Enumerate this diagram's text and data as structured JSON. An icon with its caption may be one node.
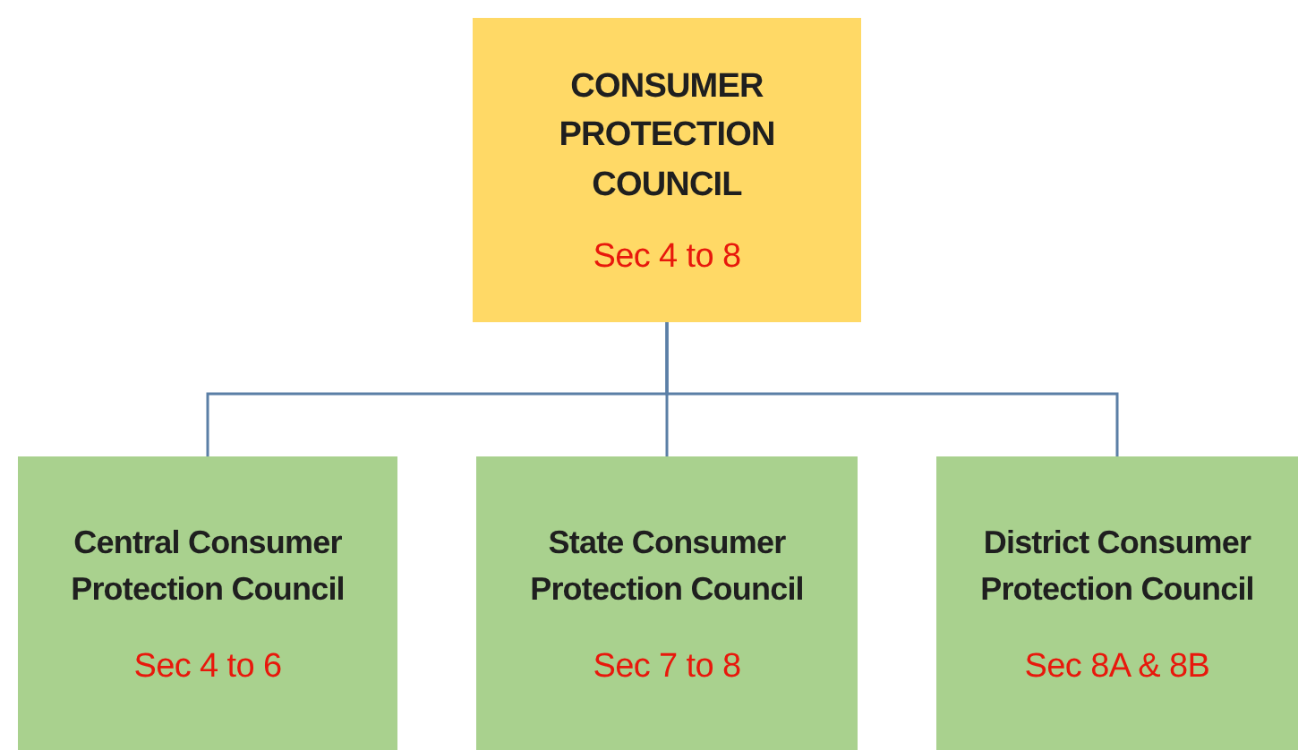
{
  "diagram": {
    "nodes": [
      {
        "text": [
          "CONSUMER PROTECTION COUNCIL",
          "Sec 4 to 8"
        ]
      },
      {
        "text": [
          "Central Consumer Protection Council",
          "Sec 4 to 6"
        ]
      },
      {
        "text": [
          "State Consumer Protection Council",
          "Sec 7 to 8"
        ]
      },
      {
        "text": [
          "District Consumer Protection Council",
          "Sec 8A & 8B"
        ]
      }
    ],
    "edges": [
      {
        "from": 0,
        "to": 1,
        "arrow": "none"
      },
      {
        "from": 0,
        "to": 2,
        "arrow": "none"
      },
      {
        "from": 0,
        "to": 3,
        "arrow": "none"
      }
    ]
  }
}
